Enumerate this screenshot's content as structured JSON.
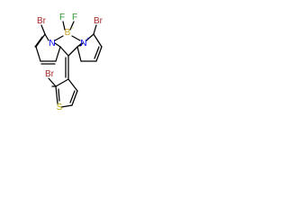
{
  "molecule": {
    "colors": {
      "bond": "#000000",
      "bromine": "#a52a2a",
      "nitrogen": "#0000ff",
      "boron": "#c9a227",
      "fluorine": "#2e9a2e",
      "sulfur": "#b8a000"
    },
    "atoms": {
      "br_left": "Br",
      "f_left": "F",
      "f_right": "F",
      "br_right": "Br",
      "n_left": "N",
      "b_center": "B",
      "b_charge": "−",
      "n_right": "N",
      "n_charge": "+",
      "br_thiophene": "Br",
      "s_thiophene": "S"
    }
  }
}
